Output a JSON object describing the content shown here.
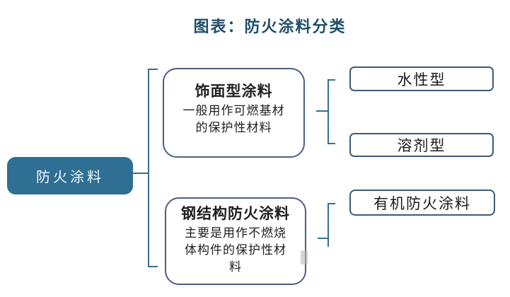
{
  "page": {
    "title": "图表：防火涂料分类"
  },
  "tree": {
    "root_label": "防火涂料",
    "branches": [
      {
        "title": "饰面型涂料",
        "desc_lines": [
          "一般用作可燃基材",
          "的保护性材料"
        ],
        "leaves": [
          "水性型",
          "溶剂型"
        ]
      },
      {
        "title": "钢结构防火涂料",
        "desc_lines": [
          "主要是用作不燃烧",
          "体构件的保护性材",
          "料"
        ],
        "leaves": [
          "有机防火涂料"
        ]
      }
    ]
  },
  "colors": {
    "title_text": "#1E4E68",
    "root_fill": "#2E6F93",
    "root_text": "#F4F8FA",
    "connector_line": "#35708F",
    "branch_border": "#4D5F80",
    "leaf_border": "#3D5A7A",
    "body_text": "#1F1F1F"
  }
}
